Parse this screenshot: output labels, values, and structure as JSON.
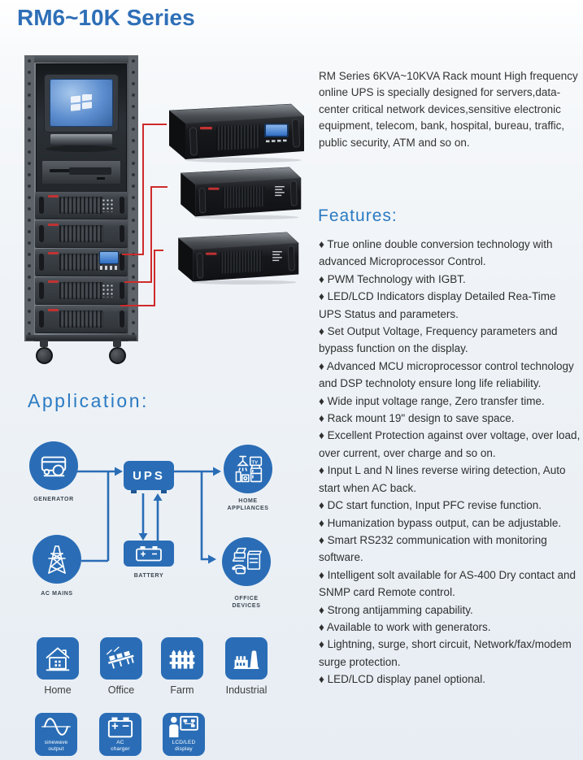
{
  "page": {
    "title": "RM6~10K Series"
  },
  "intro": {
    "text": "RM Series 6KVA~10KVA Rack mount High frequency online UPS is specially designed for servers,data-center critical network devices,sensitive electronic equipment, telecom, bank, hospital, bureau, traffic, public security, ATM and so on."
  },
  "features": {
    "heading": "Features:",
    "items": [
      "♦ True online double conversion technology with advanced Microprocessor Control.",
      "♦ PWM Technology with IGBT.",
      "♦ LED/LCD Indicators display Detailed Rea-Time UPS Status and parameters.",
      "♦ Set Output Voltage, Frequency parameters and bypass function on the display.",
      "♦ Advanced MCU microprocessor control technology and DSP technoloty ensure long life reliability.",
      "♦ Wide input voltage range, Zero transfer time.",
      "♦ Rack mount 19\" design to save space.",
      "♦ Excellent Protection against over voltage, over load, over current, over charge and so on.",
      "♦ Input L and N lines reverse wiring detection, Auto start when AC back.",
      "♦ DC start function, Input PFC revise function.",
      "♦ Humanization bypass output, can be adjustable.",
      "♦ Smart RS232 communication with monitoring software.",
      "♦ Intelligent solt available for AS-400 Dry contact and SNMP card Remote control.",
      "♦ Strong antijamming capability.",
      "♦ Available to work with generators.",
      "♦ Lightning, surge, short circuit, Network/fax/modem surge protection.",
      "♦ LED/LCD display panel optional."
    ]
  },
  "application": {
    "heading": "Application:",
    "nodes": {
      "generator": "GENERATOR",
      "ups": "UPS",
      "home_line1": "HOME",
      "home_line2": "APPLIANCES",
      "ac_mains": "AC MAINS",
      "battery": "BATTERY",
      "office_line1": "OFFICE",
      "office_line2": "DEVICES",
      "tv_label": "TV"
    }
  },
  "usage_icons": {
    "row1": [
      {
        "label": "Home"
      },
      {
        "label": "Office"
      },
      {
        "label": "Farm"
      },
      {
        "label": "Industrial"
      }
    ],
    "row2": [
      {
        "line1": "sinewave",
        "line2": "output"
      },
      {
        "line1": "AC",
        "line2": "charger"
      },
      {
        "line1": "LCD/LED",
        "line2": "display"
      }
    ]
  },
  "colors": {
    "accent_blue": "#2a6db6",
    "heading_blue": "#2b7ac2",
    "connector_red": "#cf2b2b"
  }
}
